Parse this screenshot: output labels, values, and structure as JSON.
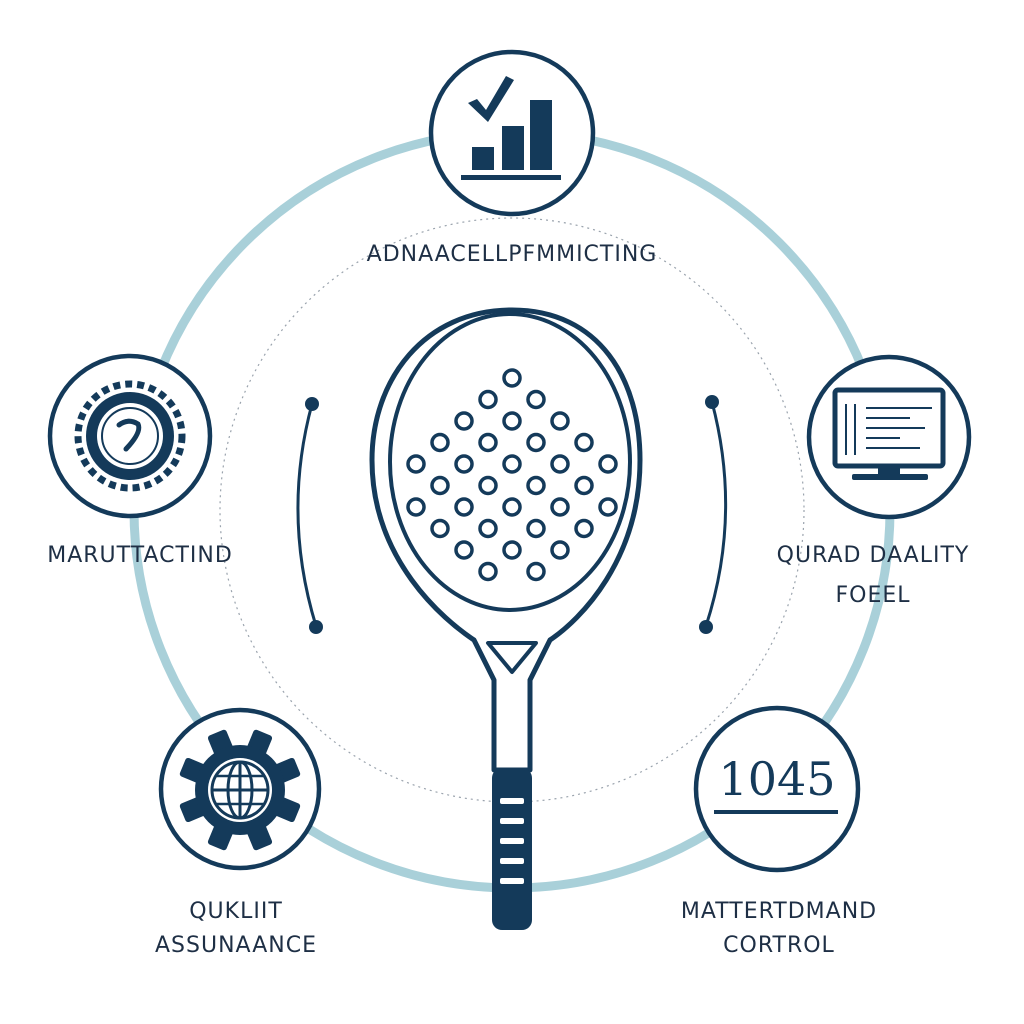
{
  "colors": {
    "navy": "#143a5a",
    "ink": "#1e2f45",
    "ring": "#a9d0d9",
    "dotted": "#9aa3ad",
    "background": "#ffffff"
  },
  "nodes": {
    "top": {
      "label": "ADNAACELLPFMMICTING",
      "icon": "bar-chart-check-icon"
    },
    "left": {
      "label": "MARUTTACTIND",
      "icon": "gear-clock-icon"
    },
    "right": {
      "label_line1": "QURAD DAALITY",
      "label_line2": "FOEEL",
      "icon": "monitor-icon"
    },
    "bottom_left": {
      "label_line1": "QUKLIIT",
      "label_line2": "ASSUNAANCE",
      "icon": "gear-globe-icon"
    },
    "bottom_right": {
      "label_line1": "MATTERTDMAND",
      "label_line2": "CORTROL",
      "icon_text": "1045"
    }
  },
  "center": {
    "icon": "padel-racket-icon"
  }
}
